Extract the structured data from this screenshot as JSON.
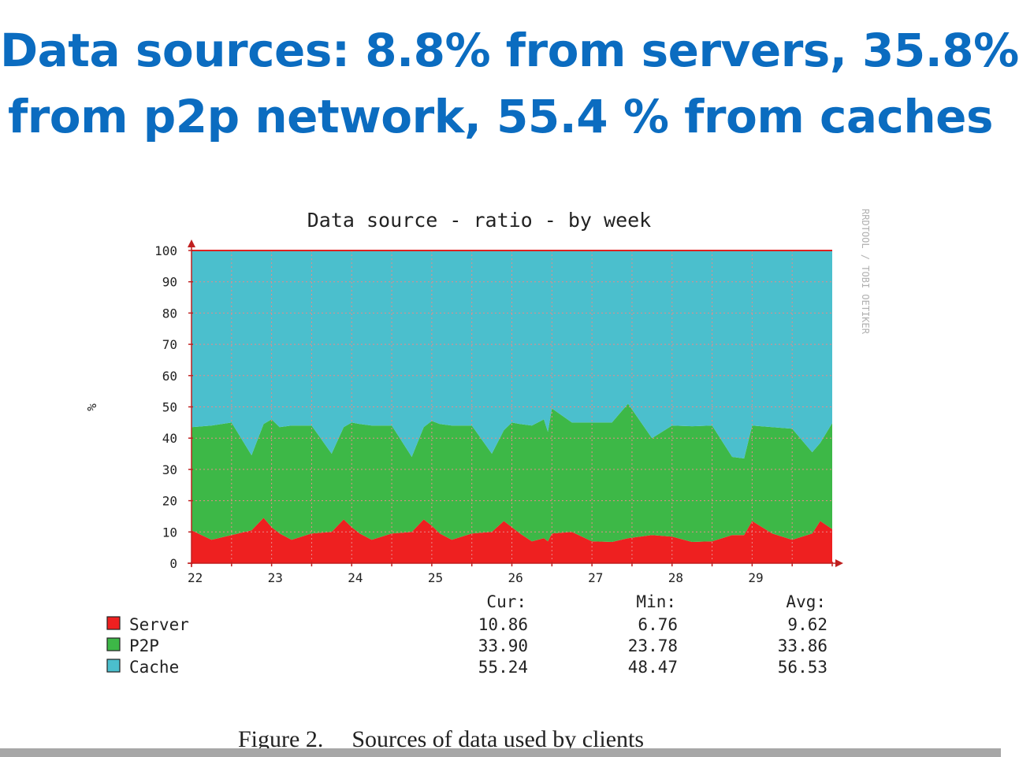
{
  "slide": {
    "title_line1": "Data sources: 8.8% from servers, 35.8%",
    "title_line2": "from p2p network, 55.4 % from caches"
  },
  "figure": {
    "caption_label": "Figure 2.",
    "caption_text": "Sources of data used by clients"
  },
  "chart_data": {
    "type": "area",
    "stacked": true,
    "title": "Data source - ratio - by week",
    "ylabel": "%",
    "watermark": "RRDTOOL / TOBI OETIKER",
    "ylim": [
      0,
      100
    ],
    "xlim": [
      22,
      30
    ],
    "yticks": [
      0,
      10,
      20,
      30,
      40,
      50,
      60,
      70,
      80,
      90,
      100
    ],
    "xticks": [
      22,
      23,
      24,
      25,
      26,
      27,
      28,
      29
    ],
    "grid": true,
    "colors": {
      "Server": "#ee2020",
      "P2P": "#3db847",
      "Cache": "#4bbfcd",
      "grid": "#e88a8a",
      "top_rule": "#e02020",
      "axis": "#c02020"
    },
    "x": [
      22.0,
      22.25,
      22.5,
      22.75,
      22.9,
      23.0,
      23.1,
      23.25,
      23.5,
      23.75,
      23.9,
      24.0,
      24.1,
      24.25,
      24.5,
      24.75,
      24.9,
      25.0,
      25.1,
      25.25,
      25.5,
      25.75,
      25.9,
      26.0,
      26.1,
      26.25,
      26.4,
      26.45,
      26.5,
      26.75,
      27.0,
      27.25,
      27.45,
      27.75,
      28.0,
      28.25,
      28.5,
      28.75,
      28.9,
      29.0,
      29.25,
      29.5,
      29.75,
      29.85,
      30.0
    ],
    "series": [
      {
        "name": "Server",
        "values": [
          10.5,
          7.5,
          9.0,
          10.5,
          14.5,
          11.5,
          9.5,
          7.5,
          9.5,
          10.0,
          14.0,
          11.5,
          9.5,
          7.5,
          9.5,
          10.0,
          14.0,
          12.0,
          9.5,
          7.5,
          9.5,
          10.0,
          13.5,
          11.5,
          9.5,
          7.0,
          8.0,
          7.0,
          9.5,
          10.0,
          7.0,
          6.8,
          8.0,
          9.0,
          8.5,
          6.8,
          7.0,
          9.0,
          9.0,
          13.5,
          9.5,
          7.5,
          9.5,
          13.5,
          10.9
        ]
      },
      {
        "name": "P2P",
        "values": [
          33.0,
          36.5,
          36.0,
          24.0,
          30.0,
          34.5,
          34.0,
          36.5,
          34.5,
          25.0,
          29.5,
          33.5,
          35.0,
          36.5,
          34.5,
          24.0,
          29.5,
          33.5,
          35.0,
          36.5,
          34.5,
          25.0,
          29.0,
          33.5,
          35.0,
          37.0,
          38.0,
          35.0,
          40.0,
          35.0,
          38.0,
          38.2,
          43.0,
          31.0,
          35.5,
          37.0,
          37.0,
          25.0,
          24.5,
          30.5,
          34.0,
          35.5,
          26.0,
          25.0,
          33.9
        ]
      },
      {
        "name": "Cache",
        "values": [
          56.5,
          56.0,
          55.0,
          65.5,
          55.5,
          54.0,
          56.5,
          56.0,
          56.0,
          65.0,
          56.5,
          55.0,
          55.5,
          56.0,
          56.0,
          66.0,
          56.5,
          54.5,
          55.5,
          56.0,
          56.0,
          65.0,
          57.5,
          55.0,
          55.5,
          56.0,
          54.0,
          58.0,
          50.5,
          55.0,
          55.0,
          55.0,
          49.0,
          60.0,
          56.0,
          56.2,
          56.0,
          66.0,
          66.5,
          56.0,
          56.5,
          57.0,
          64.5,
          61.5,
          55.2
        ]
      }
    ],
    "legend": {
      "headers": [
        "Cur:",
        "Min:",
        "Avg:"
      ],
      "rows": [
        {
          "name": "Server",
          "cur": "10.86",
          "min": "6.76",
          "avg": "9.62"
        },
        {
          "name": "P2P",
          "cur": "33.90",
          "min": "23.78",
          "avg": "33.86"
        },
        {
          "name": "Cache",
          "cur": "55.24",
          "min": "48.47",
          "avg": "56.53"
        }
      ]
    }
  }
}
